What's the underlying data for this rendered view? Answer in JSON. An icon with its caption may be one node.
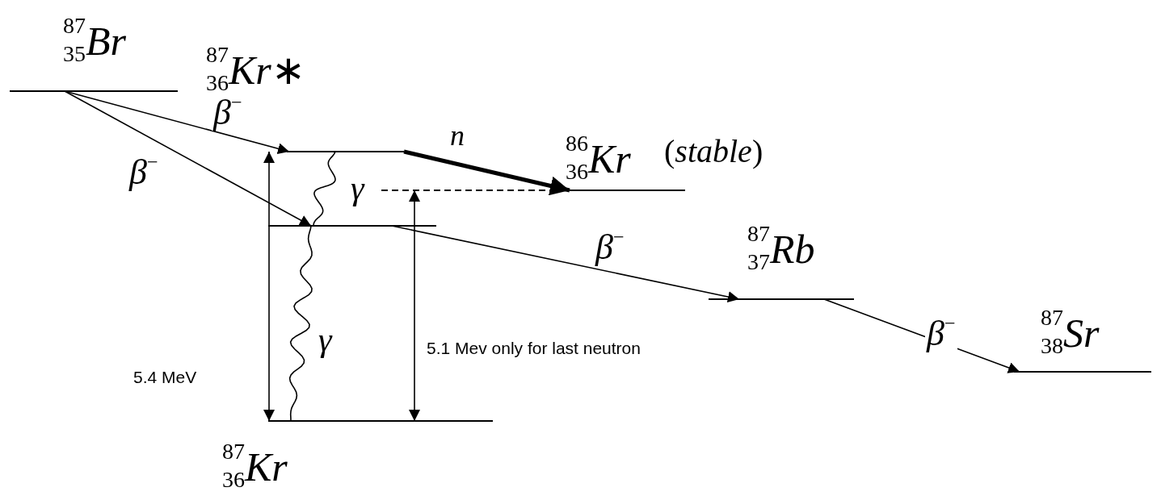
{
  "diagram": {
    "nodes": [
      {
        "text": [
          "$^{87}$$_{35}$*Br*"
        ]
      },
      {
        "text": [
          "$^{87}$$_{36}$*Kr*∗"
        ]
      },
      {
        "text": [],
        "shape": "bar"
      },
      {
        "text": [
          "$^{86}$$_{36}$*Kr*"
        ],
        "beside": [
          "(*stable*)"
        ]
      },
      {
        "text": [
          "$^{87}$$_{37}$*Rb*"
        ]
      },
      {
        "text": [
          "$^{87}$$_{38}$*Sr*"
        ]
      },
      {
        "text": [
          "$^{87}$$_{36}$*Kr*"
        ]
      },
      {
        "text": [],
        "shape": "line"
      }
    ],
    "edges": [
      {
        "from": 0,
        "to": 1,
        "arrow": "to",
        "label": "*β*$^{−}$"
      },
      {
        "from": 0,
        "to": 2,
        "arrow": "to",
        "label": "*β*$^{−}$"
      },
      {
        "from": 1,
        "to": 3,
        "arrow": "to",
        "label": "n",
        "style": "thick"
      },
      {
        "from": 1,
        "to": 2,
        "arrow": "none",
        "label": "γ"
      },
      {
        "from": 2,
        "to": 6,
        "arrow": "none",
        "label": "γ"
      },
      {
        "from": 2,
        "to": 4,
        "arrow": "to",
        "label": "*β*$^{−}$"
      },
      {
        "from": 4,
        "to": 5,
        "arrow": "to",
        "label": "*β*$^{−}$"
      },
      {
        "from": 1,
        "to": 6,
        "arrow": "both",
        "label": "5.4 MeV"
      },
      {
        "from": 7,
        "to": 6,
        "arrow": "both",
        "label": "5.1 Mev only for last neutron"
      }
    ]
  }
}
